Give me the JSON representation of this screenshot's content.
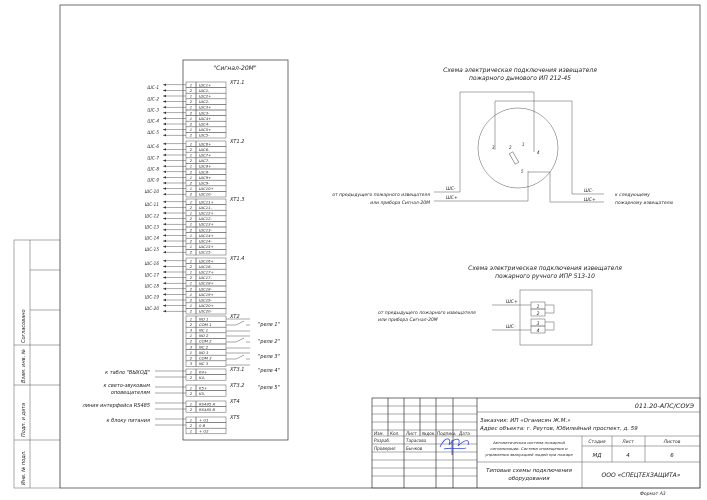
{
  "device": {
    "title": "\"Сигнал-20М\"",
    "blocks": [
      {
        "name": "XT1.1",
        "rows": [
          [
            "1",
            "ШС1+"
          ],
          [
            "2",
            "ШС1-"
          ],
          [
            "1",
            "ШС2+"
          ],
          [
            "2",
            "ШС2-"
          ],
          [
            "1",
            "ШС3+"
          ],
          [
            "2",
            "ШС3-"
          ],
          [
            "1",
            "ШС4+"
          ],
          [
            "2",
            "ШС4-"
          ],
          [
            "1",
            "ШС5+"
          ],
          [
            "2",
            "ШС5-"
          ]
        ]
      },
      {
        "name": "XT1.2",
        "rows": [
          [
            "1",
            "ШС6+"
          ],
          [
            "2",
            "ШС6-"
          ],
          [
            "1",
            "ШС7+"
          ],
          [
            "2",
            "ШС7-"
          ],
          [
            "1",
            "ШС8+"
          ],
          [
            "2",
            "ШС8-"
          ],
          [
            "1",
            "ШС9+"
          ],
          [
            "2",
            "ШС9-"
          ],
          [
            "1",
            "ШС10+"
          ],
          [
            "2",
            "ШС10-"
          ]
        ]
      },
      {
        "name": "XT1.3",
        "rows": [
          [
            "1",
            "ШС11+"
          ],
          [
            "2",
            "ШС11-"
          ],
          [
            "1",
            "ШС12+"
          ],
          [
            "2",
            "ШС12-"
          ],
          [
            "1",
            "ШС13+"
          ],
          [
            "2",
            "ШС13-"
          ],
          [
            "1",
            "ШС14+"
          ],
          [
            "2",
            "ШС14-"
          ],
          [
            "1",
            "ШС15+"
          ],
          [
            "2",
            "ШС15-"
          ]
        ]
      },
      {
        "name": "XT1.4",
        "rows": [
          [
            "1",
            "ШС16+"
          ],
          [
            "2",
            "ШС16-"
          ],
          [
            "1",
            "ШС17+"
          ],
          [
            "2",
            "ШС17-"
          ],
          [
            "1",
            "ШС18+"
          ],
          [
            "2",
            "ШС18-"
          ],
          [
            "1",
            "ШС19+"
          ],
          [
            "2",
            "ШС19-"
          ],
          [
            "1",
            "ШС20+"
          ],
          [
            "2",
            "ШС20-"
          ]
        ]
      },
      {
        "name": "XT2",
        "rows": [
          [
            "1",
            "NO 1"
          ],
          [
            "2",
            "COM 1"
          ],
          [
            "3",
            "NC 1"
          ],
          [
            "1",
            "NO 2"
          ],
          [
            "2",
            "COM 2"
          ],
          [
            "3",
            "NC 2"
          ],
          [
            "1",
            "NO 3"
          ],
          [
            "2",
            "COM 3"
          ],
          [
            "3",
            "NC 3"
          ]
        ]
      },
      {
        "name": "XT3.1",
        "rows": [
          [
            "1",
            "K4+"
          ],
          [
            "2",
            "K4-"
          ]
        ]
      },
      {
        "name": "XT3.2",
        "rows": [
          [
            "1",
            "K5+"
          ],
          [
            "2",
            "K5-"
          ]
        ]
      },
      {
        "name": "XT4",
        "rows": [
          [
            "1",
            "RS485 A"
          ],
          [
            "2",
            "RS485 B"
          ]
        ]
      },
      {
        "name": "XT5",
        "rows": [
          [
            "1",
            "+ U1"
          ],
          [
            "2",
            "0 В"
          ],
          [
            "1",
            "+ U2"
          ]
        ]
      }
    ],
    "loops": [
      "ШС-1",
      "ШС-2",
      "ШС-3",
      "ШС-4",
      "ШС-5",
      "ШС-6",
      "ШС-7",
      "ШС-8",
      "ШС-9",
      "ШС-10",
      "ШС-11",
      "ШС-12",
      "ШС-13",
      "ШС-14",
      "ШС-15",
      "ШС-16",
      "ШС-17",
      "ШС-18",
      "ШС-19",
      "ШС-20"
    ],
    "relays": [
      "\"реле 1\"",
      "\"реле 2\"",
      "\"реле 3\"",
      "\"реле 4\"",
      "\"реле 5\""
    ],
    "connections": {
      "xt31": "к табло \"ВЫХОД\"",
      "xt32_1": "к свето-звуковым",
      "xt32_2": "оповещателям",
      "xt4": "линия интерфейса RS485",
      "xt5": "к блоку питания"
    }
  },
  "smoke": {
    "title1": "Схема электрическая подключения извещателя",
    "title2": "пожарного дымового ИП 212-45",
    "from1": "от предыдущего пожарного извещателя",
    "from2": "или прибора Сигнал-20М",
    "to1": "к следующему",
    "to2": "пожарному извещателю",
    "minus": "ШС-",
    "plus": "ШС+",
    "pins": [
      "1",
      "2",
      "3",
      "4",
      "5"
    ]
  },
  "manual": {
    "title1": "Схема электрическая подключения извещателя",
    "title2": "пожарного ручного ИПР 513-10",
    "from1": "от предыдущего пожарного извещателя",
    "from2": "или прибора Сигнал-20М",
    "plus": "ШС+",
    "minus": "ШС-",
    "pins": [
      "1",
      "2",
      "3",
      "4"
    ]
  },
  "stamp": {
    "left": [
      "Согласовано",
      "Взам. инв. №",
      "Подп. и дата",
      "Инв. № подл."
    ],
    "headers": [
      "Изм.",
      "Кол.",
      "Лист",
      "№док.",
      "Подпись",
      "Дата"
    ],
    "developed_label": "Разраб.",
    "developed_name": "Тарасова",
    "checked_label": "Проверил",
    "checked_name": "Бычков",
    "code": "011.20-АПС/СОУЭ",
    "customer": "Заказчик: ИП «Оганисян Ж.М.»",
    "address": "Адрес объекта: г. Реутов, Юбилейный проспект, д. 59",
    "system1": "Автоматическая система пожарной",
    "system2": "сигнализации. Система оповещения и",
    "system3": "управления эвакуацией людей при пожаре",
    "stage_label": "Стадия",
    "sheet_label": "Лист",
    "sheets_label": "Листов",
    "stage": "МД",
    "sheet": "4",
    "sheets": "6",
    "doc1": "Типовые схемы подключения",
    "doc2": "оборудования",
    "company": "ООО «СПЕЦТЕХЗАЩИТА»",
    "format": "Формат А3"
  }
}
